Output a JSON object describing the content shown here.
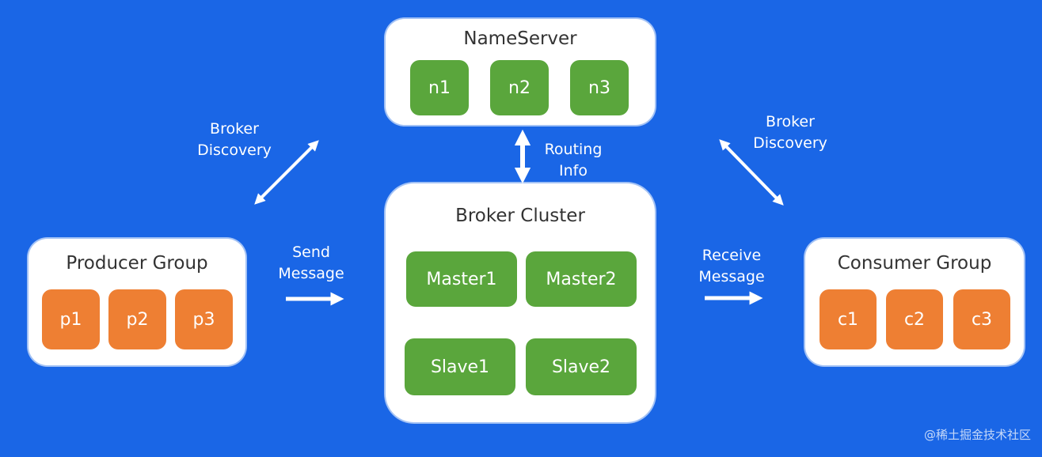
{
  "nameserver": {
    "title": "NameServer",
    "nodes": [
      "n1",
      "n2",
      "n3"
    ]
  },
  "broker_cluster": {
    "title": "Broker Cluster",
    "masters": [
      "Master1",
      "Master2"
    ],
    "slaves": [
      "Slave1",
      "Slave2"
    ]
  },
  "producer_group": {
    "title": "Producer Group",
    "nodes": [
      "p1",
      "p2",
      "p3"
    ]
  },
  "consumer_group": {
    "title": "Consumer Group",
    "nodes": [
      "c1",
      "c2",
      "c3"
    ]
  },
  "labels": {
    "broker_discovery_left_1": "Broker",
    "broker_discovery_left_2": "Discovery",
    "broker_discovery_right_1": "Broker",
    "broker_discovery_right_2": "Discovery",
    "routing_info_1": "Routing",
    "routing_info_2": "Info",
    "send_message_1": "Send",
    "send_message_2": "Message",
    "receive_message_1": "Receive",
    "receive_message_2": "Message"
  },
  "watermark": "@稀土掘金技术社区",
  "colors": {
    "background": "#1a66e6",
    "node_green": "#5aa63c",
    "node_orange": "#ee7f33",
    "panel": "#ffffff",
    "arrow": "#ffffff"
  }
}
